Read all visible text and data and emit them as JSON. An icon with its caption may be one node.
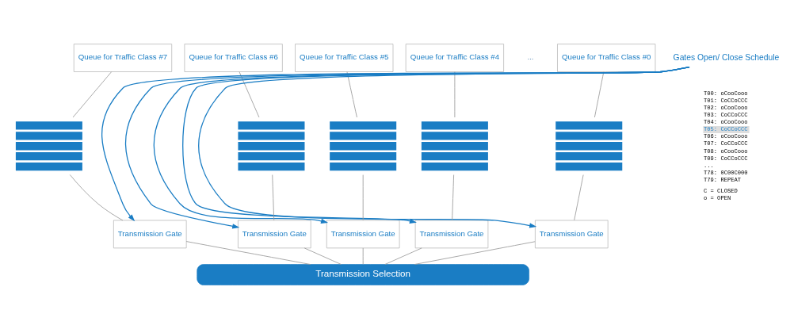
{
  "diagram": {
    "nodes": [
      {
        "text": [
          "Queue for Traffic Class #7"
        ]
      },
      {
        "text": [
          "Queue for Traffic Class #6"
        ]
      },
      {
        "text": [
          "Queue for Traffic Class #5"
        ]
      },
      {
        "text": [
          "Queue for Traffic Class #4"
        ]
      },
      {
        "text": [
          "Queue for Traffic Class #0"
        ]
      },
      {
        "text": [
          "Gates Open/ Close Schedule"
        ]
      },
      {
        "text": [],
        "shape": "bar"
      },
      {
        "text": [],
        "shape": "bar"
      },
      {
        "text": [],
        "shape": "bar"
      },
      {
        "text": [],
        "shape": "bar"
      },
      {
        "text": [],
        "shape": "bar"
      },
      {
        "text": [
          "Transmission Gate"
        ]
      },
      {
        "text": [
          "Transmission Gate"
        ]
      },
      {
        "text": [
          "Transmission Gate"
        ]
      },
      {
        "text": [
          "Transmission Gate"
        ]
      },
      {
        "text": [
          "Transmission Gate"
        ]
      },
      {
        "text": [
          "Transmission Selection"
        ]
      }
    ],
    "edges": [
      {
        "from": 0,
        "to": 6,
        "arrow": "none"
      },
      {
        "from": 1,
        "to": 7,
        "arrow": "none"
      },
      {
        "from": 2,
        "to": 8,
        "arrow": "none"
      },
      {
        "from": 3,
        "to": 9,
        "arrow": "none"
      },
      {
        "from": 4,
        "to": 10,
        "arrow": "none"
      },
      {
        "from": 6,
        "to": 11,
        "arrow": "none"
      },
      {
        "from": 7,
        "to": 12,
        "arrow": "none"
      },
      {
        "from": 8,
        "to": 13,
        "arrow": "none"
      },
      {
        "from": 9,
        "to": 14,
        "arrow": "none"
      },
      {
        "from": 10,
        "to": 15,
        "arrow": "none"
      },
      {
        "from": 11,
        "to": 16,
        "arrow": "none"
      },
      {
        "from": 12,
        "to": 16,
        "arrow": "none"
      },
      {
        "from": 13,
        "to": 16,
        "arrow": "none"
      },
      {
        "from": 14,
        "to": 16,
        "arrow": "none"
      },
      {
        "from": 15,
        "to": 16,
        "arrow": "none"
      },
      {
        "from": 5,
        "to": 11,
        "arrow": "to",
        "color": "#1a7dc4"
      },
      {
        "from": 5,
        "to": 12,
        "arrow": "to",
        "color": "#1a7dc4"
      },
      {
        "from": 5,
        "to": 13,
        "arrow": "to",
        "color": "#1a7dc4"
      },
      {
        "from": 5,
        "to": 14,
        "arrow": "to",
        "color": "#1a7dc4"
      },
      {
        "from": 5,
        "to": 15,
        "arrow": "to",
        "color": "#1a7dc4"
      }
    ],
    "labels": [
      "...",
      "T00: oCooCooo",
      "T01: CoCCoCCC",
      "T02: oCooCooo",
      "T03: CoCCoCCC",
      "T04: oCooCooo",
      "T05: CoCCoCCC",
      "T06: oCooCooo",
      "T07: CoCCoCCC",
      "T08: oCooCooo",
      "T09: CoCCoCCC",
      "...",
      "T78: 0C00C000",
      "T79: REPEAT",
      "C = CLOSED",
      "o = OPEN"
    ]
  }
}
